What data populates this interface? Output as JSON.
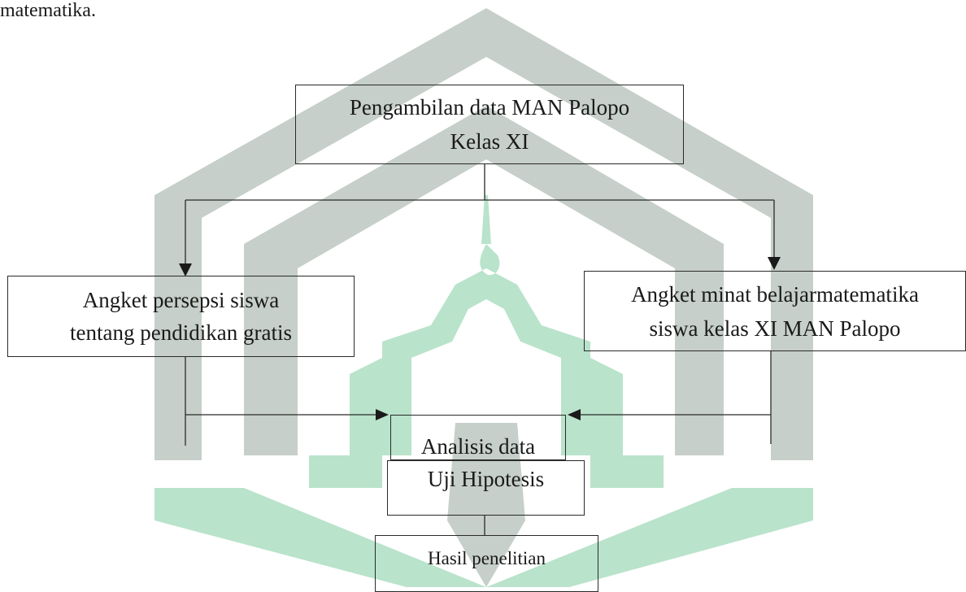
{
  "intro": {
    "text": "matematika."
  },
  "nodes": {
    "source": {
      "line1": "Pengambilan data MAN Palopo",
      "line2": "Kelas XI"
    },
    "left": {
      "line1": "Angket persepsi siswa",
      "line2": "tentang pendidikan gratis"
    },
    "right": {
      "line1": "Angket minat belajarmatematika",
      "line2": "siswa kelas XI MAN Palopo"
    },
    "analysis": {
      "label": "Analisis data"
    },
    "hypothesis": {
      "label": "Uji Hipotesis"
    },
    "result": {
      "label": "Hasil penelitian"
    }
  },
  "colors": {
    "watermark": "#c6cfc9",
    "watermark_green": "#b9e3cb",
    "line": "#2a2a2a"
  }
}
